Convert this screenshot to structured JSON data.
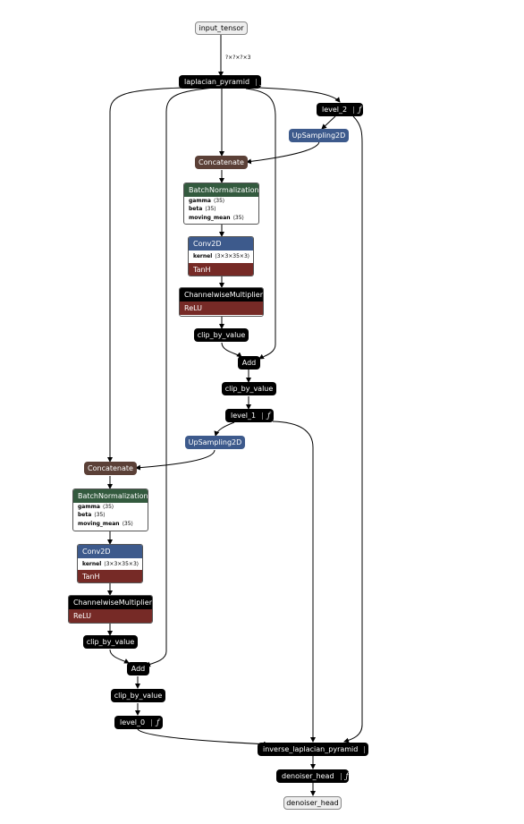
{
  "graph": {
    "input": "input_tensor",
    "shape_label": "?×?×?×3",
    "laplacian_pyramid": {
      "name": "laplacian_pyramid",
      "fn": "ƒ"
    },
    "level_2": {
      "name": "level_2",
      "fn": "ƒ"
    },
    "level_1": {
      "name": "level_1",
      "fn": "ƒ"
    },
    "level_0": {
      "name": "level_0",
      "fn": "ƒ"
    },
    "upsampling": "UpSampling2D",
    "concatenate": "Concatenate",
    "batchnorm": {
      "title": "BatchNormalization",
      "attrs": [
        {
          "key": "gamma",
          "value": "⟨35⟩"
        },
        {
          "key": "beta",
          "value": "⟨35⟩"
        },
        {
          "key": "moving_mean",
          "value": "⟨35⟩"
        }
      ]
    },
    "conv": {
      "title": "Conv2D",
      "attr_key": "kernel",
      "attr_value": "⟨3×3×35×3⟩",
      "activation": "TanH"
    },
    "channel_mult": {
      "title": "ChannelwiseMultiplier",
      "activation": "ReLU"
    },
    "clip": "clip_by_value",
    "add": "Add",
    "inverse": {
      "name": "inverse_laplacian_pyramid",
      "fn": "ƒ"
    },
    "denoiser_head": {
      "name": "denoiser_head",
      "fn": "ƒ"
    },
    "output": "denoiser_head"
  }
}
